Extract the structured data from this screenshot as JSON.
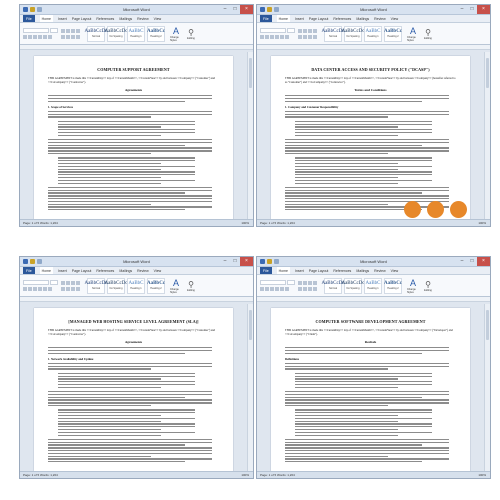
{
  "app_title": "Microsoft Word",
  "ribbon_tabs": [
    "File",
    "Home",
    "Insert",
    "Page Layout",
    "References",
    "Mailings",
    "Review",
    "View"
  ],
  "style_samples": [
    {
      "sample": "AaBbCcDc",
      "name": "Normal"
    },
    {
      "sample": "AaBbCcDc",
      "name": "No Spacing"
    },
    {
      "sample": "AaBbC",
      "name": "Heading 1"
    },
    {
      "sample": "AaBbCc",
      "name": "Heading 2"
    }
  ],
  "change_styles": "Change Styles",
  "editing": "Editing",
  "documents": [
    {
      "title": "COMPUTER SUPPORT AGREEMENT",
      "intro": "THIS AGREEMENT is made this <<CurrentDay>> day of <<CurrentMonth>>, <<CurrentYear>> by and between <<Company>> (\"Customer\") and <<CoCompany>> (\"Contractor\").",
      "section_heading": "Agreements",
      "section_1": "1. Scope of Services"
    },
    {
      "title": "DATA CENTER ACCESS AND SECURITY POLICY (\"DCASP\")",
      "intro": "THIS AGREEMENT is made this <<CurrentDay>> day of <<CurrentMonth>>, <<CurrentYear>> by and between <<Company>> (hereafter referred to as \"Customer\") and <<CoCompany>> (\"Contractor\").",
      "section_heading": "Terms and Conditions",
      "section_1": "1. Company and Customer Responsibility"
    },
    {
      "title": "[MANAGED WEB HOSTING SERVICE LEVEL AGREEMENT (SLA)]",
      "intro": "THIS AGREEMENT is made this <<CurrentDay>> day of <<CurrentMonth>>, <<CurrentYear>> by and between <<Company>> (\"Customer\") and <<CoCompany>> (\"Contractor\").",
      "section_heading": "Agreements",
      "section_1": "1. Network Availability and Uptime"
    },
    {
      "title": "COMPUTER SOFTWARE DEVELOPMENT AGREEMENT",
      "intro": "THIS AGREEMENT is made this <<CurrentDay>> day of <<CurrentMonth>>, <<CurrentYear>> by and between <<Company>> (\"Developer\") and <<CoCompany>> (\"Client\").",
      "section_heading": "Recitals",
      "section_1": "Definitions"
    }
  ],
  "status": "Page: 1 of 5   Words: 1,204",
  "zoom": "100%",
  "accent_color": "#e7882a"
}
